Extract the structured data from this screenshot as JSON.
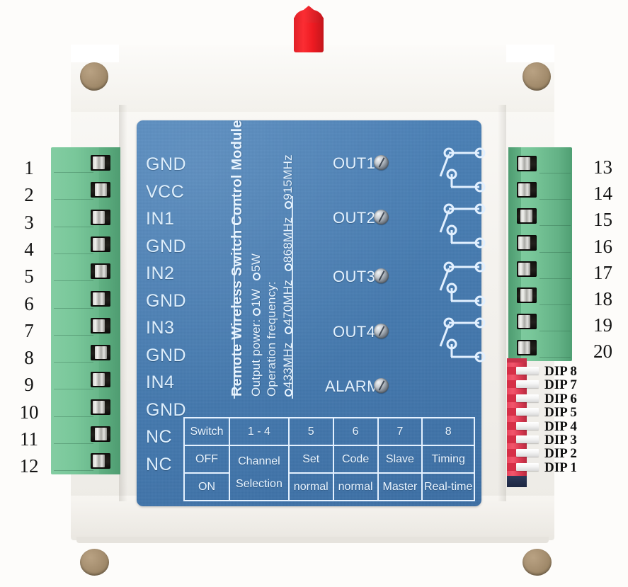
{
  "device": {
    "title": "Remote Wireless Switch Control Module",
    "antenna_color": "#ef1b22",
    "board_color": "#4a7fb4",
    "terminal_block_color": "#79c79a",
    "dip_color": "#e8465e",
    "silkscreen_color": "#e4f2ff"
  },
  "silkscreen": {
    "output_power_label": "Output power:",
    "output_power_options": [
      "1W",
      "5W"
    ],
    "operation_frequency_label": "Operation frequency:",
    "frequency_options": [
      "433MHz",
      "470MHz",
      "868MHz",
      "915MHz"
    ]
  },
  "left_terminal": {
    "numbers": [
      "1",
      "2",
      "3",
      "4",
      "5",
      "6",
      "7",
      "8",
      "9",
      "10",
      "11",
      "12"
    ],
    "pin_labels": [
      "GND",
      "VCC",
      "IN1",
      "GND",
      "IN2",
      "GND",
      "IN3",
      "GND",
      "IN4",
      "GND",
      "NC",
      "NC"
    ]
  },
  "right_terminal": {
    "numbers": [
      "13",
      "14",
      "15",
      "16",
      "17",
      "18",
      "19",
      "20"
    ]
  },
  "outputs": {
    "labels": [
      "OUT1",
      "OUT2",
      "OUT3",
      "OUT4"
    ],
    "alarm_label": "ALARM"
  },
  "dip_switch": {
    "labels": [
      "DIP 8",
      "DIP 7",
      "DIP 6",
      "DIP 5",
      "DIP 4",
      "DIP 3",
      "DIP 2",
      "DIP 1"
    ]
  },
  "config_table": {
    "header": [
      "Switch",
      "1 - 4",
      "5",
      "6",
      "7",
      "8"
    ],
    "row_off": [
      "OFF",
      "Channel",
      "Set",
      "Code",
      "Slave",
      "Timing"
    ],
    "row_on": [
      "ON",
      "Selection",
      "normal",
      "normal",
      "Master",
      "Real-time"
    ],
    "merged_channel_cell": "Channel\nSelection"
  }
}
